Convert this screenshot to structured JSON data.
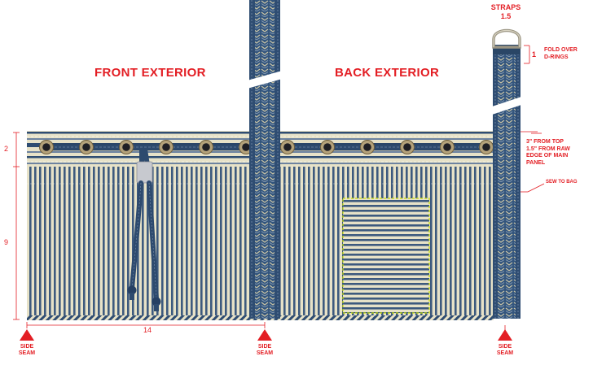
{
  "titles": {
    "front": "FRONT EXTERIOR",
    "back": "BACK EXTERIOR"
  },
  "straps": {
    "label": "STRAPS",
    "width": "1.5"
  },
  "annotations": {
    "fold_over_value": "1",
    "fold_over_line1": "FOLD OVER",
    "fold_over_line2": "D-RINGS",
    "placement_line1": "3\" FROM TOP",
    "placement_line2": "1.5\" FROM RAW",
    "placement_line3": "EDGE OF MAIN",
    "placement_line4": "PANEL",
    "sew_to_bag": "SEW TO BAG"
  },
  "dimensions": {
    "top_band": "2",
    "panel_height": "9",
    "panel_width": "14"
  },
  "side_seam": {
    "line1": "SIDE",
    "line2": "SEAM"
  },
  "colors": {
    "annotation_red": "#e31e24",
    "navy": "#2f4d72",
    "cream": "#e7e2c8",
    "pocket_stitch": "#c9e000"
  },
  "icons": {
    "side_seam_marker": "red-triangle",
    "grommet": "brass-grommet",
    "d_ring": "metal-d-ring",
    "strap_cut": "break-mark"
  }
}
